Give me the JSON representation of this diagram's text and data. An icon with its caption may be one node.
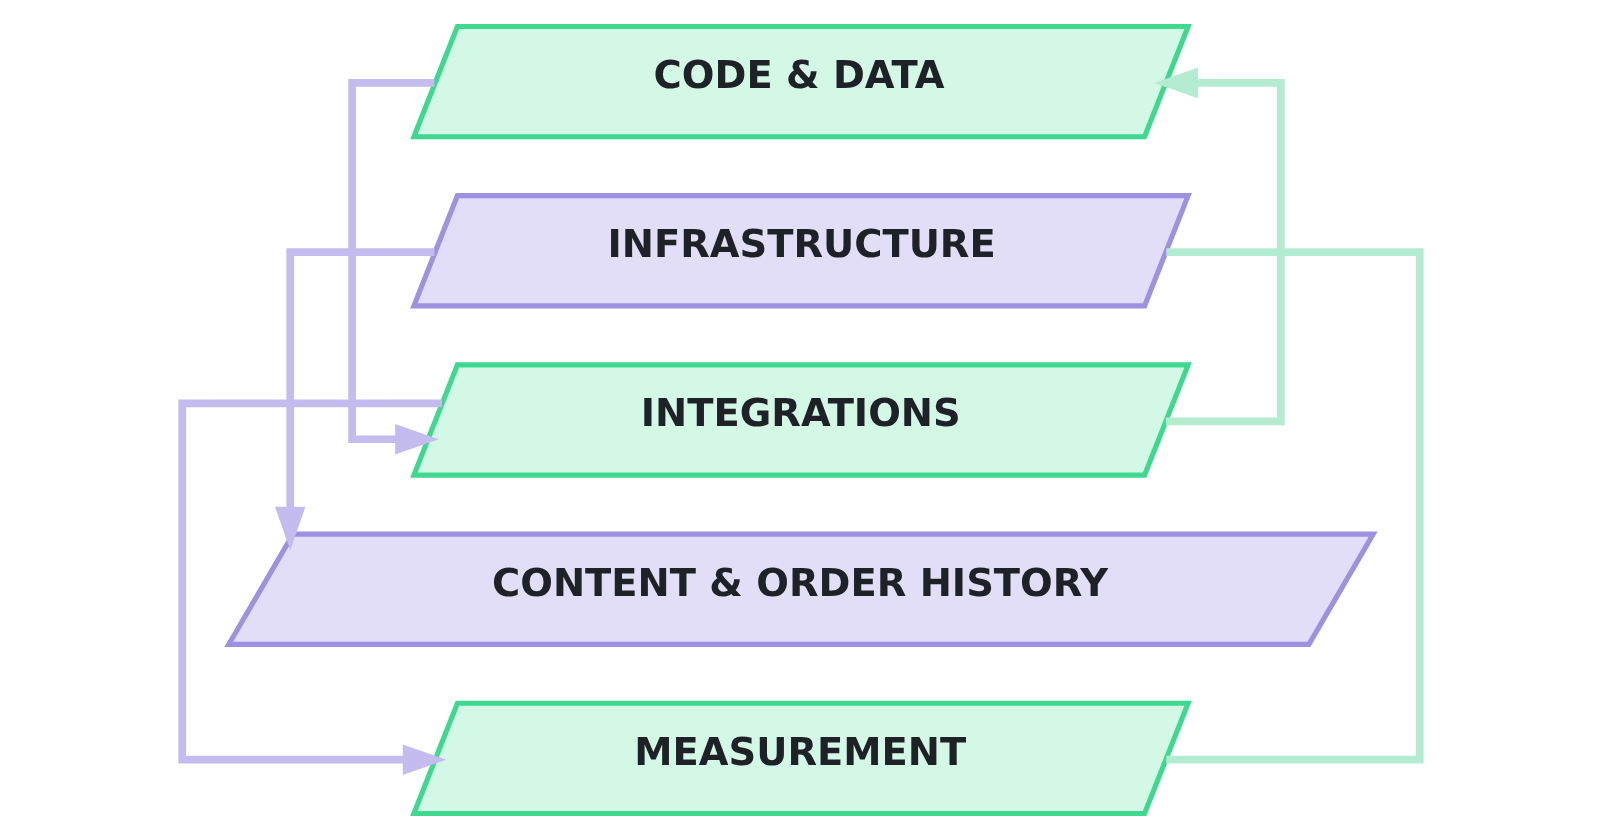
{
  "diagram": {
    "nodes": [
      {
        "text": [
          "CODE & DATA"
        ]
      },
      {
        "text": [
          "INFRASTRUCTURE"
        ]
      },
      {
        "text": [
          "INTEGRATIONS"
        ]
      },
      {
        "text": [
          "CONTENT & ORDER HISTORY"
        ]
      },
      {
        "text": [
          "MEASUREMENT"
        ]
      }
    ],
    "edges": [
      {
        "from": 2,
        "to": 0,
        "arrow": "to",
        "color": "#b3ecd0"
      },
      {
        "from": 1,
        "to": 3,
        "arrow": "to"
      },
      {
        "from": 2,
        "to": 4,
        "arrow": "to"
      },
      {
        "from": 0,
        "to": 2,
        "arrow": "to"
      },
      {
        "from": 1,
        "to": 4,
        "arrow": "none",
        "color": "#b3ecd0"
      }
    ]
  }
}
